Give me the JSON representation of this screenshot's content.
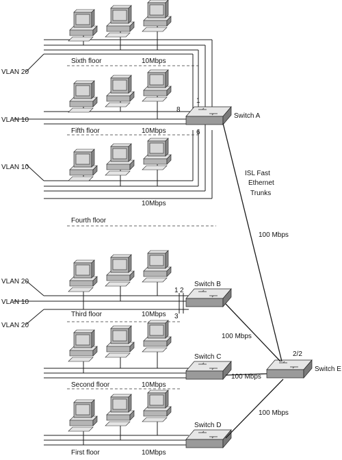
{
  "colors": {
    "line": "#1a1a1a",
    "dashed": "#333333",
    "switch_top": "#e6e6e6",
    "switch_front": "#9a9a9a",
    "switch_side": "#7a7a7a",
    "pc_light": "#e4e4e4",
    "pc_mid": "#b5b5b5",
    "pc_dark": "#8a8a8a",
    "screen": "#d6d6d6"
  },
  "floors": {
    "sixth": "Sixth floor",
    "fifth": "Fifth floor",
    "fourth": "Fourth floor",
    "third": "Third floor",
    "second": "Second floor",
    "first": "First floor"
  },
  "speeds": {
    "sixth": "10Mbps",
    "fifth": "10Mbps",
    "fourth_upper": "10Mbps",
    "third": "10Mbps",
    "second": "10Mbps",
    "first": "10Mbps",
    "a_to_e": "100 Mbps",
    "b_to_e": "100 Mbps",
    "c_to_e": "100 Mbps",
    "d_to_e": "100 Mbps"
  },
  "vlans": {
    "sixth": "VLAN 20",
    "fifth": "VLAN 10",
    "upper4": "VLAN 10",
    "third_top": "VLAN 20",
    "third_mid": "VLAN 10",
    "third_bottom": "VLAN 20"
  },
  "switches": {
    "a": "Switch A",
    "b": "Switch B",
    "c": "Switch C",
    "d": "Switch D",
    "e": "Switch E"
  },
  "ports": {
    "a1": "1",
    "a8": "8",
    "a6": "6",
    "b1": "1",
    "b2": "2",
    "b3": "3",
    "e22": "2/2"
  },
  "trunk_label": [
    "ISL Fast",
    "Ethernet",
    "Trunks"
  ]
}
